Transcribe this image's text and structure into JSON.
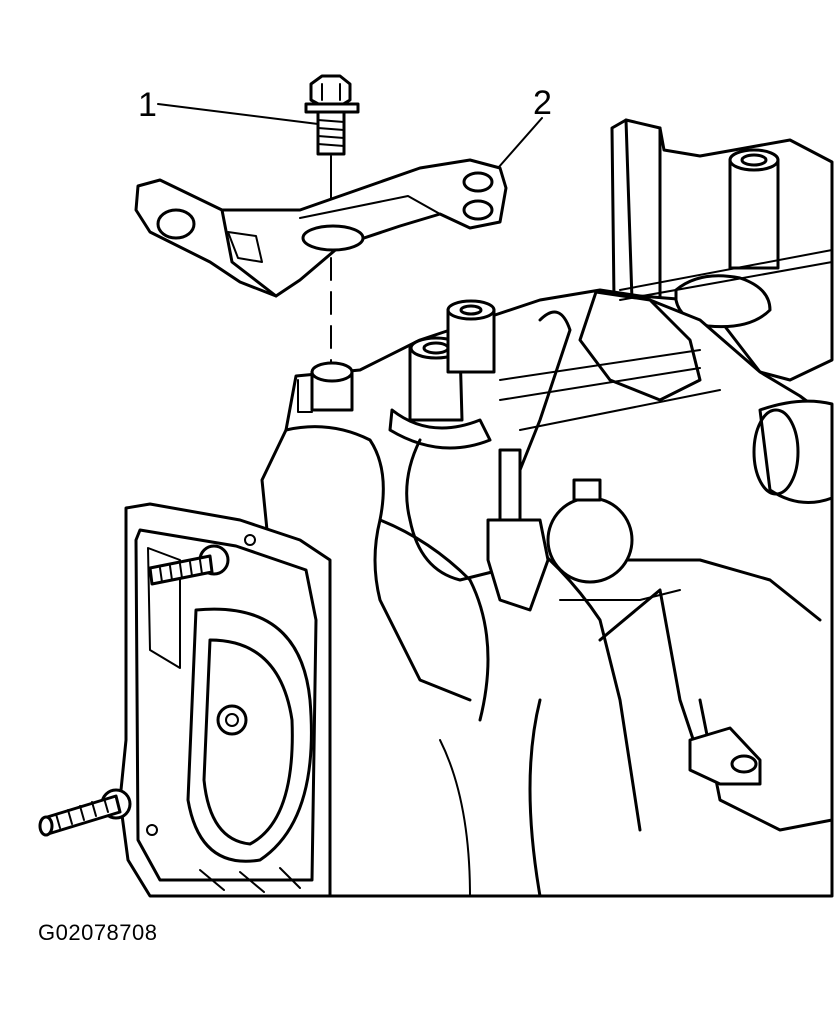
{
  "callouts": {
    "bolt": "1",
    "bracket": "2"
  },
  "figure_id": "G02078708"
}
